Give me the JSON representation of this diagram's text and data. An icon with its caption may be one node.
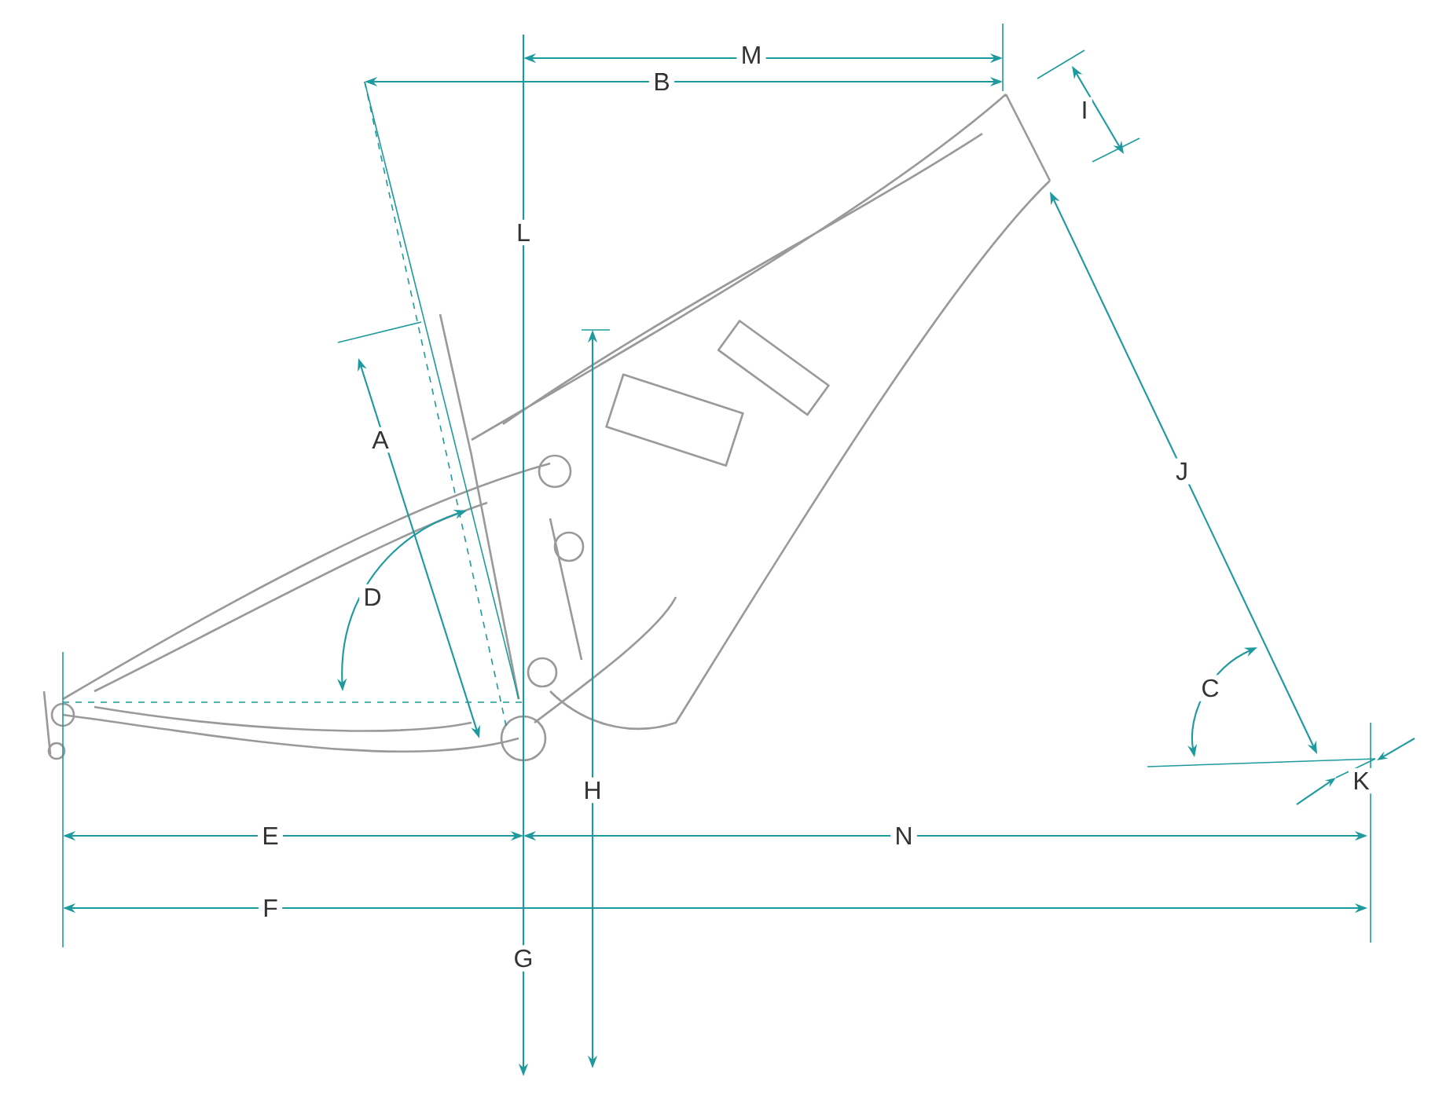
{
  "diagram": {
    "labels": [
      "M",
      "B",
      "I",
      "L",
      "A",
      "J",
      "D",
      "C",
      "K",
      "H",
      "E",
      "N",
      "F",
      "G"
    ]
  }
}
